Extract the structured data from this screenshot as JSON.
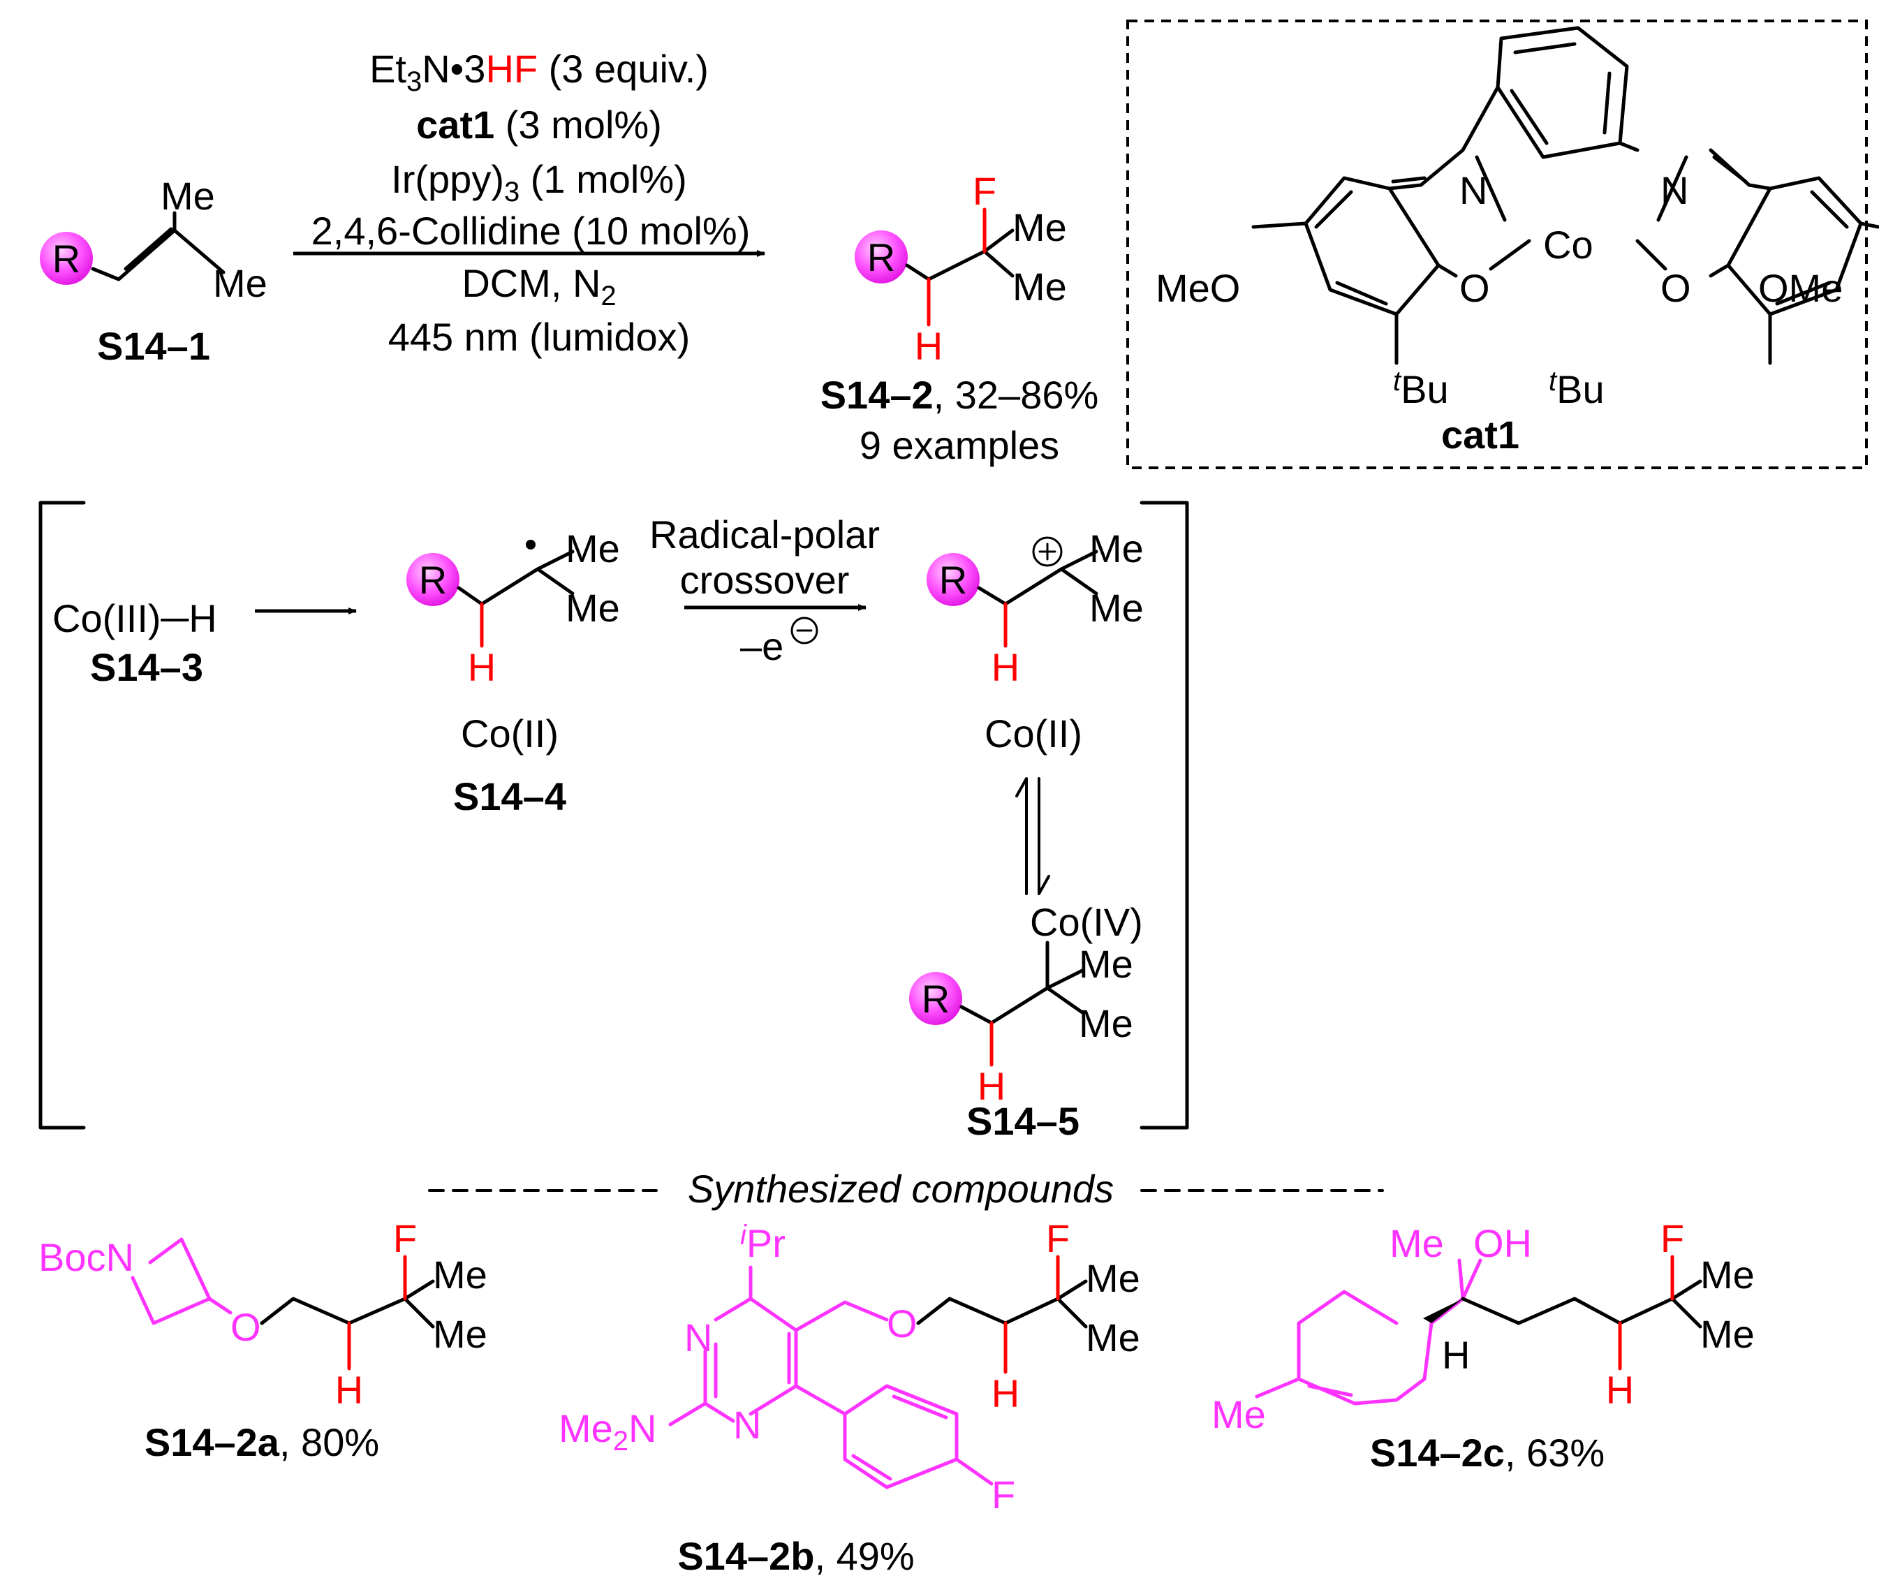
{
  "reaction": {
    "reagents": {
      "et3n_prefix": "Et",
      "et3n_sub": "3",
      "et3n_mid": "N•3",
      "hf": "HF",
      "et3n_suffix": " (3 equiv.)",
      "cat_name": "cat1",
      "cat_loading": " (3 mol%)",
      "ir_prefix": "Ir(ppy)",
      "ir_sub": "3",
      "ir_suffix": " (1 mol%)",
      "base": "2,4,6-Collidine (10 mol%)",
      "solvent_prefix": "DCM, N",
      "solvent_sub": "2",
      "light": "445 nm (lumidox)"
    },
    "substrate_label": "S14–1",
    "product_label": "S14–2",
    "product_yield": ", 32–86%",
    "examples": "9 examples"
  },
  "atoms": {
    "R": "R",
    "Me": "Me",
    "F": "F",
    "H": "H",
    "N": "N",
    "O": "O",
    "Co": "Co",
    "MeO": "MeO",
    "OMe": "OMe",
    "tBu_t": "t",
    "tBu_Bu": "Bu",
    "Boc": "Boc",
    "OH": "OH",
    "iPr_i": "i",
    "iPr_Pr": "Pr",
    "Me2N_Me": "Me",
    "Me2N_2": "2",
    "Me2N_N": "N"
  },
  "catalyst": {
    "label": "cat1"
  },
  "mechanism": {
    "coh": "Co(III)─H",
    "coh_label": "S14–3",
    "radical_co": "Co(II)",
    "radical_label": "S14–4",
    "crossover_line1": "Radical-polar",
    "crossover_line2": "crossover",
    "electron": "–e",
    "cation_co": "Co(II)",
    "cobalt_iv": "Co(IV)",
    "alkylco_label": "S14–5"
  },
  "examples_section": {
    "header": "Synthesized compounds",
    "a_label": "S14–2a",
    "a_yield": ", 80%",
    "b_label": "S14–2b",
    "b_yield": ", 49%",
    "c_label": "S14–2c",
    "c_yield": ", 63%"
  },
  "colors": {
    "fluoride": "#ff0000",
    "substituent": "#ff33ff",
    "ink": "#000000"
  }
}
